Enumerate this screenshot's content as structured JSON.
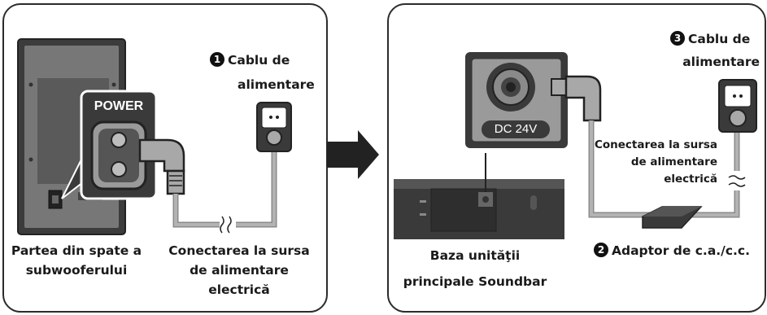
{
  "left": {
    "callout1_number": "1",
    "callout1_text_line1": "Cablu de",
    "callout1_text_line2": "alimentare",
    "power_label": "POWER",
    "subwoofer_caption_line1": "Partea din spate a",
    "subwoofer_caption_line2": "subwooferului",
    "outlet_caption_line1": "Conectarea la sursa",
    "outlet_caption_line2": "de alimentare",
    "outlet_caption_line3": "electrică"
  },
  "right": {
    "callout3_number": "3",
    "callout3_text_line1": "Cablu de",
    "callout3_text_line2": "alimentare",
    "dc_label": "DC 24V",
    "outlet_caption_line1": "Conectarea la sursa",
    "outlet_caption_line2": "de alimentare",
    "outlet_caption_line3": "electrică",
    "adapter_number": "2",
    "adapter_text": "Adaptor de c.a./c.c.",
    "soundbar_caption_line1": "Baza unităţii",
    "soundbar_caption_line2": "principale Soundbar"
  },
  "colors": {
    "device_dark": "#3a3a3a",
    "cable_gray": "#a8a8a8",
    "outline": "#2b2b2b"
  }
}
